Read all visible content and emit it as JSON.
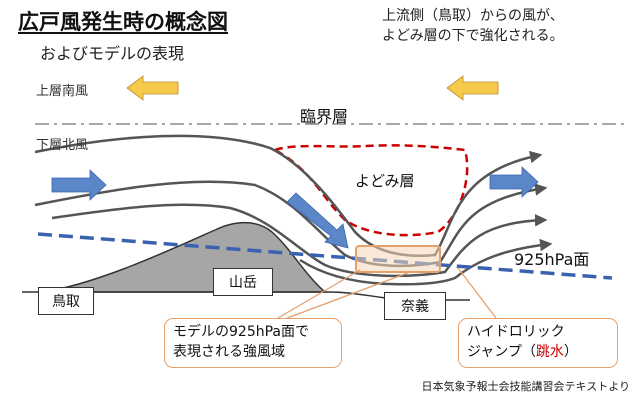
{
  "title": "広戸風発生時の概念図",
  "subtitle": "およびモデルの表現",
  "note": {
    "line1": "上流側（鳥取）からの風が、",
    "line2": "よどみ層の下で強化される。"
  },
  "labels": {
    "upper_wind": "上層南風",
    "lower_wind": "下層北風",
    "critical_layer": "臨界層",
    "stagnant_layer": "よどみ層",
    "pressure_surface": "925hPa面",
    "tottori": "鳥取",
    "mountain": "山岳",
    "nagi": "奈義"
  },
  "callouts": {
    "model_line1": "モデルの925hPa面で",
    "model_line2": "表現される強風域",
    "jump_line1": "ハイドロリック",
    "jump_prefix": "ジャンプ（",
    "jump_red": "跳水",
    "jump_suffix": "）"
  },
  "credit": "日本気象予報士会技能講習会テキストより",
  "colors": {
    "yellow_arrow": "#f7c948",
    "blue_arrow": "#5b87c9",
    "dashed_blue": "#3b62b0",
    "dashed_red": "#cc0000",
    "streamline": "#555555",
    "mountain": "#a6a6a6",
    "orange": "#e8a06a"
  }
}
